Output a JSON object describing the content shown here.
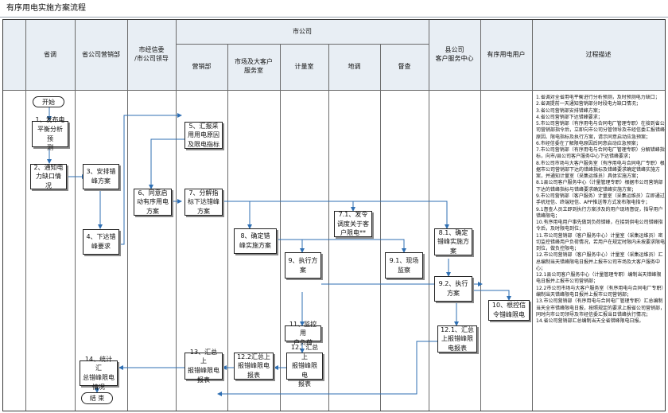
{
  "title": "有序用电实施方案流程",
  "headers": {
    "left_corner": "",
    "sheng_diao": "省调",
    "sheng_yingxiao": "省公司营销部",
    "shi_jingwei": "市经信委\n/市公司领导",
    "shi_gongsi": "市公司",
    "yingxiao": "营销部",
    "shichang": "市场及大客户\n服务室",
    "jiliang": "计量室",
    "di_diao": "地调",
    "ducha": "督查",
    "xian_gongsi": "县公司\n客户服务中心",
    "yonghu": "有序用电用户",
    "guocheng": "过程描述"
  },
  "nodes": {
    "start": "开始",
    "n1": "1、发布电\n平衡分析预\n测",
    "n2": "2、通知电\n力缺口情况",
    "n3": "3、安排错\n峰方案",
    "n4": "4、下达错\n峰要求",
    "n5": "5、汇报采\n用用电原因\n及限电指标",
    "n6": "6、同意启\n动有序用电\n方案",
    "n7": "7、分解指\n标下达错峰\n方案",
    "n71": "7.1、发令\n调度关于客\n户限电**",
    "n8": "8、确定错\n峰实施方案",
    "n81": "8.1、确定\n错峰实施方\n案",
    "n9": "9、执行方\n案",
    "n91": "9.1、现场\n监察",
    "n92": "9.2、执行\n方案",
    "n10": "10、根控信\n令错峰限电",
    "n11": "11、监控用\n户负荷",
    "n121": "12.1、汇总\n上报错峰限\n电报表",
    "n122": "12.2汇总上\n报错峰限电\n报表",
    "n12": "12、汇总上\n报错峰限电\n报表",
    "n13": "13、汇总上\n报错峰限电\n报表",
    "n14": "14、统计汇\n总错峰限电\n情况",
    "end": "结 束"
  },
  "description": [
    "1.省调对全省用电平衡进行分析预测，及时预测电力缺口；",
    "2.省调提前一天通知营销部分时段电力缺口情况；",
    "3.省公司营销部安排错峰方案；",
    "4.省公司营销部下达错峰要求；",
    "5.市公司营销部（有序用电与合同电厂管理专职）在接到省公司营销部指令后，立即向市公司分管领导及市经信委汇报错峰原因、限电指标及执行方案，请示同意启动应急预案；",
    "6.市经信委在了解限电原因后同意启动应急预案；",
    "7.市公司营销部（有序用电与合同电厂管理专职）分解错峰指标，向市/县公司客户服务中心下达错峰要求；",
    "8.市公司市场与大客户服务室（有序用电与合同电厂专职）根据市公司营销部下达的错峰指标及错峰要求确定错峰实施方案，并通知计量室（采集运维员）具体实施方案；",
    "8.1县公司客户服务中心（计量管理专职）根据市公司营销部下达的错峰指标与错峰要求确定错峰实施方案；",
    "9.市公司营销部（客户服务）计量室（采集运维员）立即通过手机短信、终端短信、APP推送等方式发布限电指令；",
    "9.1督查人员立即到执行方案涉及的用户现场督促，指导用户错峰限电；",
    "10.有序用电用户事先做到负荷错峰，在接到供电公司错峰指令后，及时限电到位；",
    "11.市公司营销部（客户服务中心）计量室（采集运维员）密切监控错峰用户负荷情况，若用户在规定时限内未按要求限电到位，做负控限电；",
    "12.市公司营销部（客户服务中心）计量室（采集运维员）汇总编制当天错峰限电日报并上报市公司市场及大客户服务中心；",
    "12.1县公司客户服务中心（计量管理专职）编制当天错峰限电日报并上报市公司营销部；",
    "12.2市公司市场与大客户服务室（有序用电与合同电厂专职）编制当天错峰限电日报并上报市公司营销部；",
    "13.市公司营销部（有序用电与合同电厂管理专职）汇总编制当天全市错峰限电日报，按照规定的要求上报省公司营销部，同时向市公司领导及市经信委汇报当日错峰执行情况；",
    "14.省公司营销部汇总编制当天全省错峰限电日报。"
  ],
  "colors": {
    "header_bg": "#e8eef4",
    "arrow": "#2f6fb3",
    "line": "#6b6b6b"
  }
}
